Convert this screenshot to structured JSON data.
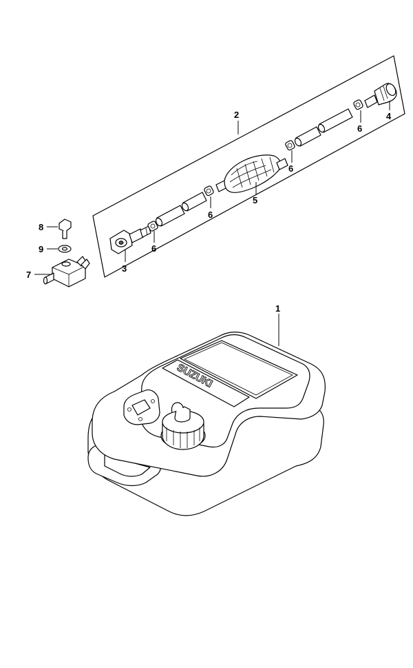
{
  "callouts": {
    "tank": "1",
    "hose_assembly": "2",
    "tank_connector": "3",
    "engine_connector": "4",
    "primer_bulb": "5",
    "clip_a": "6",
    "clip_b": "6",
    "clip_c": "6",
    "clip_d": "6",
    "joint": "7",
    "bolt": "8",
    "washer": "9"
  },
  "tank_brand": "SUZUKI",
  "colors": {
    "line": "#000000",
    "background": "#ffffff",
    "shade": "#555555"
  }
}
